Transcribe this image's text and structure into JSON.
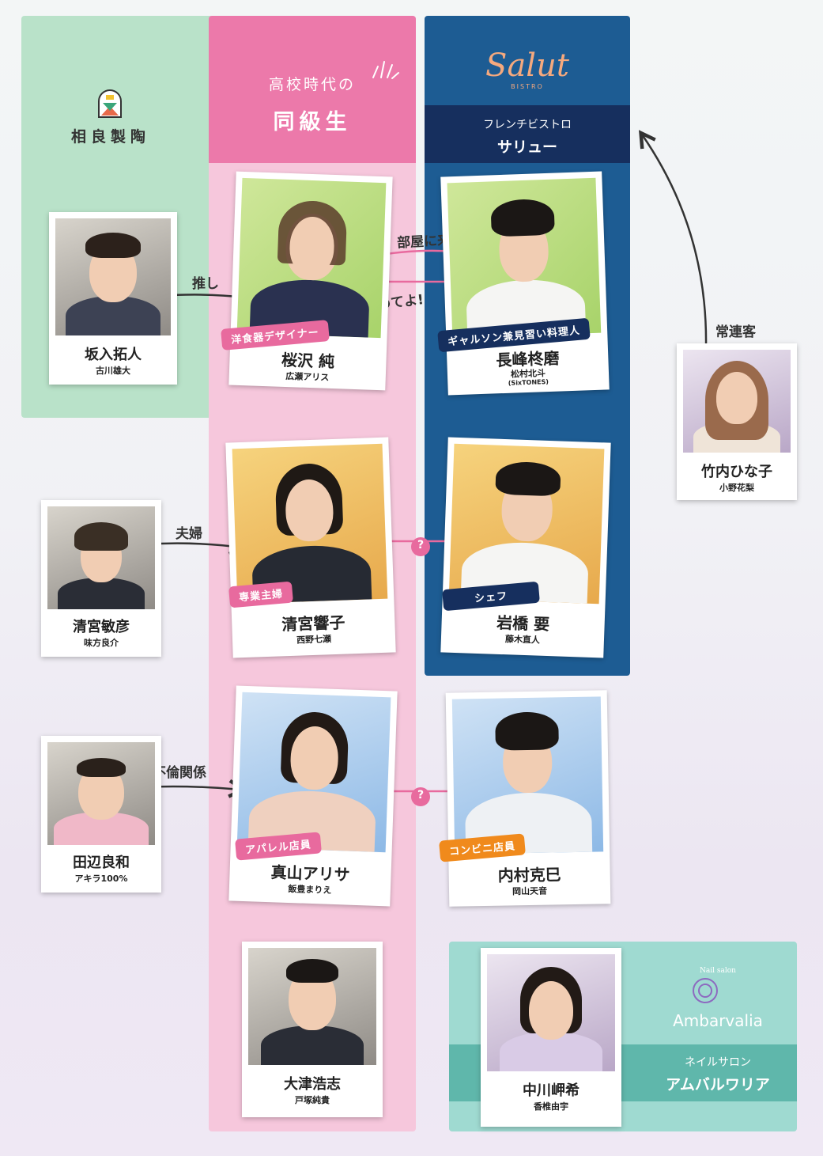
{
  "groups": {
    "sagara": {
      "name": "相良製陶"
    },
    "classmates": {
      "line1": "高校時代の",
      "line2": "同級生"
    },
    "salut": {
      "logo": "Salut",
      "logo_sub": "BISTRO",
      "type": "フレンチビストロ",
      "name": "サリュー"
    },
    "nail": {
      "logo_small": "Nail salon",
      "logo": "Ambarvalia",
      "type": "ネイルサロン",
      "name": "アムバルワリア"
    }
  },
  "characters": {
    "sakairi": {
      "name": "坂入拓人",
      "actor": "古川雄大"
    },
    "sakurazawa": {
      "name": "桜沢 純",
      "actor": "広瀬アリス",
      "role": "洋食器デザイナー"
    },
    "nagamine": {
      "name": "長峰柊磨",
      "actor": "松村北斗",
      "actor_sub": "(SixTONES)",
      "role": "ギャルソン兼見習い料理人"
    },
    "takeuchi": {
      "name": "竹内ひな子",
      "actor": "小野花梨"
    },
    "kiyomiya_t": {
      "name": "清宮敏彦",
      "actor": "味方良介"
    },
    "kiyomiya_k": {
      "name": "清宮響子",
      "actor": "西野七瀬",
      "role": "専業主婦"
    },
    "iwahashi": {
      "name": "岩橋 要",
      "actor": "藤木直人",
      "role": "シェフ"
    },
    "tanabe": {
      "name": "田辺良和",
      "actor": "アキラ100%"
    },
    "mayama": {
      "name": "真山アリサ",
      "actor": "飯豊まりえ",
      "role": "アパレル店員"
    },
    "uchimura": {
      "name": "内村克巳",
      "actor": "岡山天音",
      "role": "コンビニ店員"
    },
    "otsu": {
      "name": "大津浩志",
      "actor": "戸塚純貴"
    },
    "nakagawa": {
      "name": "中川岬希",
      "actor": "香椎由宇"
    }
  },
  "relations": {
    "oshi": "推し",
    "invite": "部屋に来る?",
    "stop": "やめてよ!",
    "regular": "常連客",
    "couple": "夫婦",
    "affair": "不倫関係",
    "question": "?"
  },
  "colors": {
    "pink": "#e86a9e",
    "navy": "#162f5e",
    "blue": "#1d5c93",
    "green": "#b9e2c9",
    "teal": "#5fb7ab",
    "orange": "#f08a1c"
  }
}
